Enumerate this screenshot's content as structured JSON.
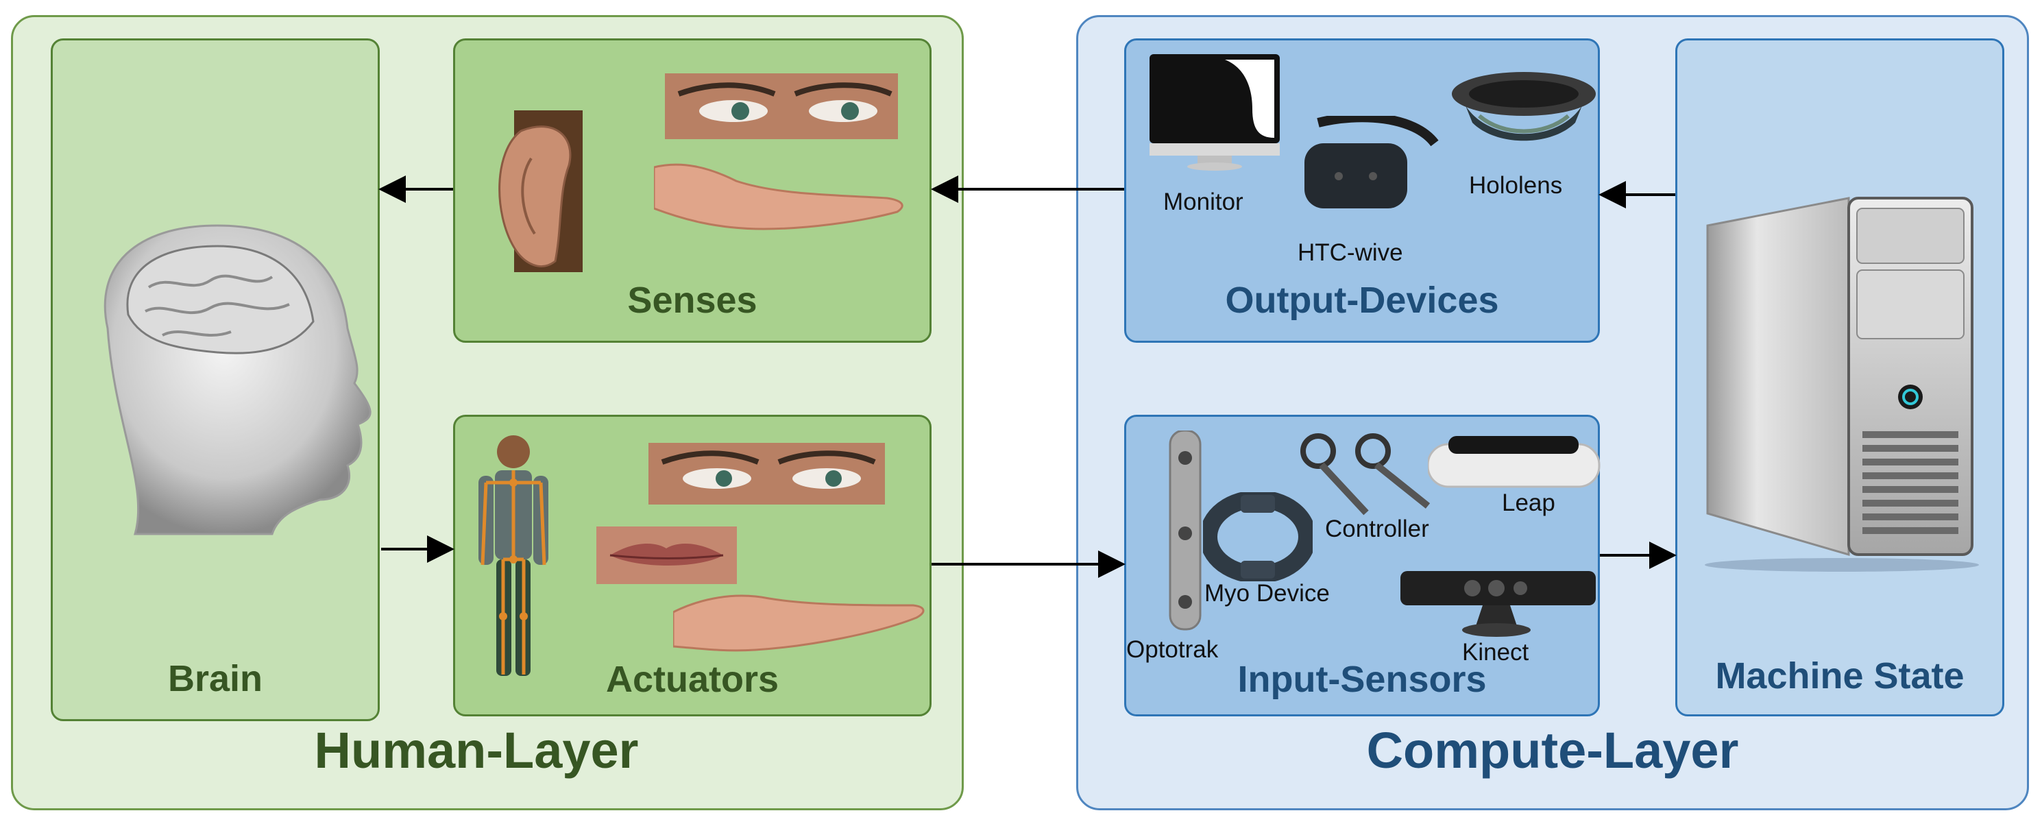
{
  "layers": {
    "human": {
      "title": "Human-Layer",
      "brain": "Brain",
      "senses": "Senses",
      "actuators": "Actuators"
    },
    "compute": {
      "title": "Compute-Layer",
      "output_devices": "Output-Devices",
      "input_sensors": "Input-Sensors",
      "machine_state": "Machine State"
    }
  },
  "devices": {
    "output": {
      "monitor": "Monitor",
      "htc": "HTC-wive",
      "hololens": "Hololens"
    },
    "input": {
      "optotrak": "Optotrak",
      "myo": "Myo Device",
      "controller": "Controller",
      "leap": "Leap",
      "kinect": "Kinect"
    }
  },
  "colors": {
    "human_bg": "#e2efd9",
    "human_box": "#a9d18e",
    "human_text": "#375623",
    "compute_bg": "#dde9f6",
    "compute_box": "#9dc3e6",
    "compute_text": "#1f4e79"
  }
}
